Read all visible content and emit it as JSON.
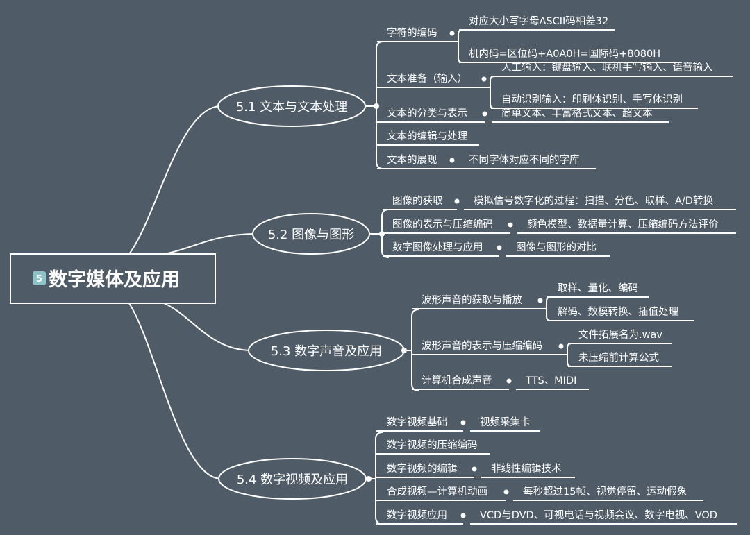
{
  "root": {
    "badge": "5",
    "title": "数字媒体及应用"
  },
  "sections": [
    {
      "title": "5.1 文本与文本处理",
      "items": [
        {
          "label": "字符的编码",
          "details": [
            "对应大小写字母ASCII码相差32",
            "机内码=区位码+A0A0H=国际码+8080H"
          ]
        },
        {
          "label": "文本准备（输入）",
          "details": [
            "人工输入：键盘输入、联机手写输入、语音输入",
            "自动识别输入：印刷体识别、手写体识别"
          ]
        },
        {
          "label": "文本的分类与表示",
          "details": [
            "简单文本、丰富格式文本、超文本"
          ]
        },
        {
          "label": "文本的编辑与处理",
          "details": []
        },
        {
          "label": "文本的展现",
          "details": [
            "不同字体对应不同的字库"
          ]
        }
      ]
    },
    {
      "title": "5.2 图像与图形",
      "items": [
        {
          "label": "图像的获取",
          "details": [
            "模拟信号数字化的过程：扫描、分色、取样、A/D转换"
          ]
        },
        {
          "label": "图像的表示与压缩编码",
          "details": [
            "颜色模型、数据量计算、压缩编码方法评价"
          ]
        },
        {
          "label": "数字图像处理与应用",
          "details": [
            "图像与图形的对比"
          ]
        }
      ]
    },
    {
      "title": "5.3 数字声音及应用",
      "items": [
        {
          "label": "波形声音的获取与播放",
          "details": [
            "取样、量化、编码",
            "解码、数模转换、插值处理"
          ]
        },
        {
          "label": "波形声音的表示与压缩编码",
          "details": [
            "文件拓展名为.wav",
            "未压缩前计算公式"
          ]
        },
        {
          "label": "计算机合成声音",
          "details": [
            "TTS、MIDI"
          ]
        }
      ]
    },
    {
      "title": "5.4 数字视频及应用",
      "items": [
        {
          "label": "数字视频基础",
          "details": [
            "视频采集卡"
          ]
        },
        {
          "label": "数字视频的压缩编码",
          "details": []
        },
        {
          "label": "数字视频的编辑",
          "details": [
            "非线性编辑技术"
          ]
        },
        {
          "label": "合成视频—计算机动画",
          "details": [
            "每秒超过15帧、视觉停留、运动假象"
          ]
        },
        {
          "label": "数字视频应用",
          "details": [
            "VCD与DVD、可视电话与视频会议、数字电视、VOD"
          ]
        }
      ]
    }
  ],
  "colors": {
    "background": "#4f5b66",
    "line": "#ffffff",
    "badge": "#8ec4c9",
    "text": "#ffffff"
  }
}
